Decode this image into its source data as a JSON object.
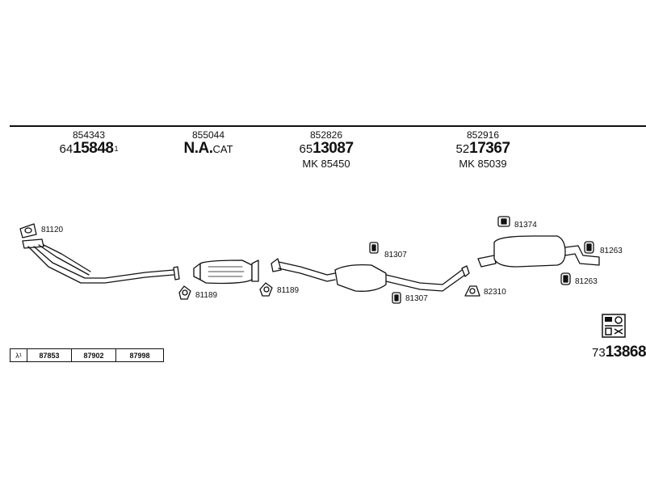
{
  "header_parts": [
    {
      "ref": "854343",
      "prefix": "64",
      "number": "15848",
      "suffix": "1",
      "extra": ""
    },
    {
      "ref": "855044",
      "prefix": "",
      "number": "N.A.",
      "suffix": "",
      "extra": "CAT"
    },
    {
      "ref": "852826",
      "prefix": "65",
      "number": "13087",
      "suffix": "",
      "extra": "",
      "mk": "MK 85450"
    },
    {
      "ref": "852916",
      "prefix": "52",
      "number": "17367",
      "suffix": "",
      "extra": "",
      "mk": "MK 85039"
    }
  ],
  "part_labels": [
    "81120",
    "81189",
    "81189",
    "81307",
    "81307",
    "82310",
    "81374",
    "81263",
    "81263"
  ],
  "table": {
    "symbol": "λ¹",
    "cells": [
      "87853",
      "87902",
      "87998"
    ]
  },
  "set_number": {
    "prefix": "73",
    "number": "13868"
  }
}
